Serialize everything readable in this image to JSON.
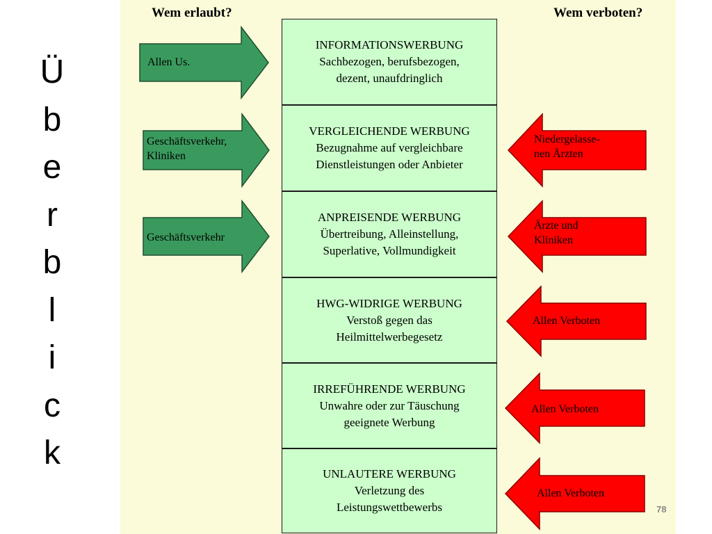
{
  "vertical_title": [
    "Ü",
    "b",
    "e",
    "r",
    "b",
    "l",
    "i",
    "c",
    "k"
  ],
  "headers": {
    "left": "Wem erlaubt?",
    "right": "Wem verboten?"
  },
  "boxes": [
    {
      "title": "INFORMATIONSWERBUNG",
      "line1": "Sachbezogen, berufsbezogen,",
      "line2": "dezent, unaufdringlich"
    },
    {
      "title": "VERGLEICHENDE WERBUNG",
      "line1": "Bezugnahme auf vergleichbare",
      "line2": "Dienstleistungen oder Anbieter"
    },
    {
      "title": "ANPREISENDE WERBUNG",
      "line1": "Übertreibung, Alleinstellung,",
      "line2": "Superlative, Vollmundigkeit"
    },
    {
      "title": "HWG-WIDRIGE WERBUNG",
      "line1": "Verstoß gegen das",
      "line2": "Heilmittelwerbegesetz"
    },
    {
      "title": "IRREFÜHRENDE WERBUNG",
      "line1": "Unwahre oder zur Täuschung",
      "line2": "geeignete Werbung"
    },
    {
      "title": "UNLAUTERE WERBUNG",
      "line1": "Verletzung des",
      "line2": "Leistungswettbewerbs"
    }
  ],
  "allowed": [
    {
      "line1": "Allen Us.",
      "line2": ""
    },
    {
      "line1": "Geschäftsverkehr,",
      "line2": "Kliniken"
    },
    {
      "line1": "Geschäftsverkehr",
      "line2": ""
    }
  ],
  "forbidden": [
    {
      "line1": "Niedergelasse-",
      "line2": "nen Ärzten"
    },
    {
      "line1": "Ärzte und",
      "line2": "Kliniken"
    },
    {
      "line1": "Allen Verboten",
      "line2": ""
    },
    {
      "line1": "Allen Verboten",
      "line2": ""
    },
    {
      "line1": "Allen Verboten",
      "line2": ""
    }
  ],
  "colors": {
    "allowed": "#3a9a5e",
    "forbidden": "#ff0000",
    "box_fill": "#ccffcc",
    "panel": "#fbfbd9"
  },
  "page_number": "78"
}
